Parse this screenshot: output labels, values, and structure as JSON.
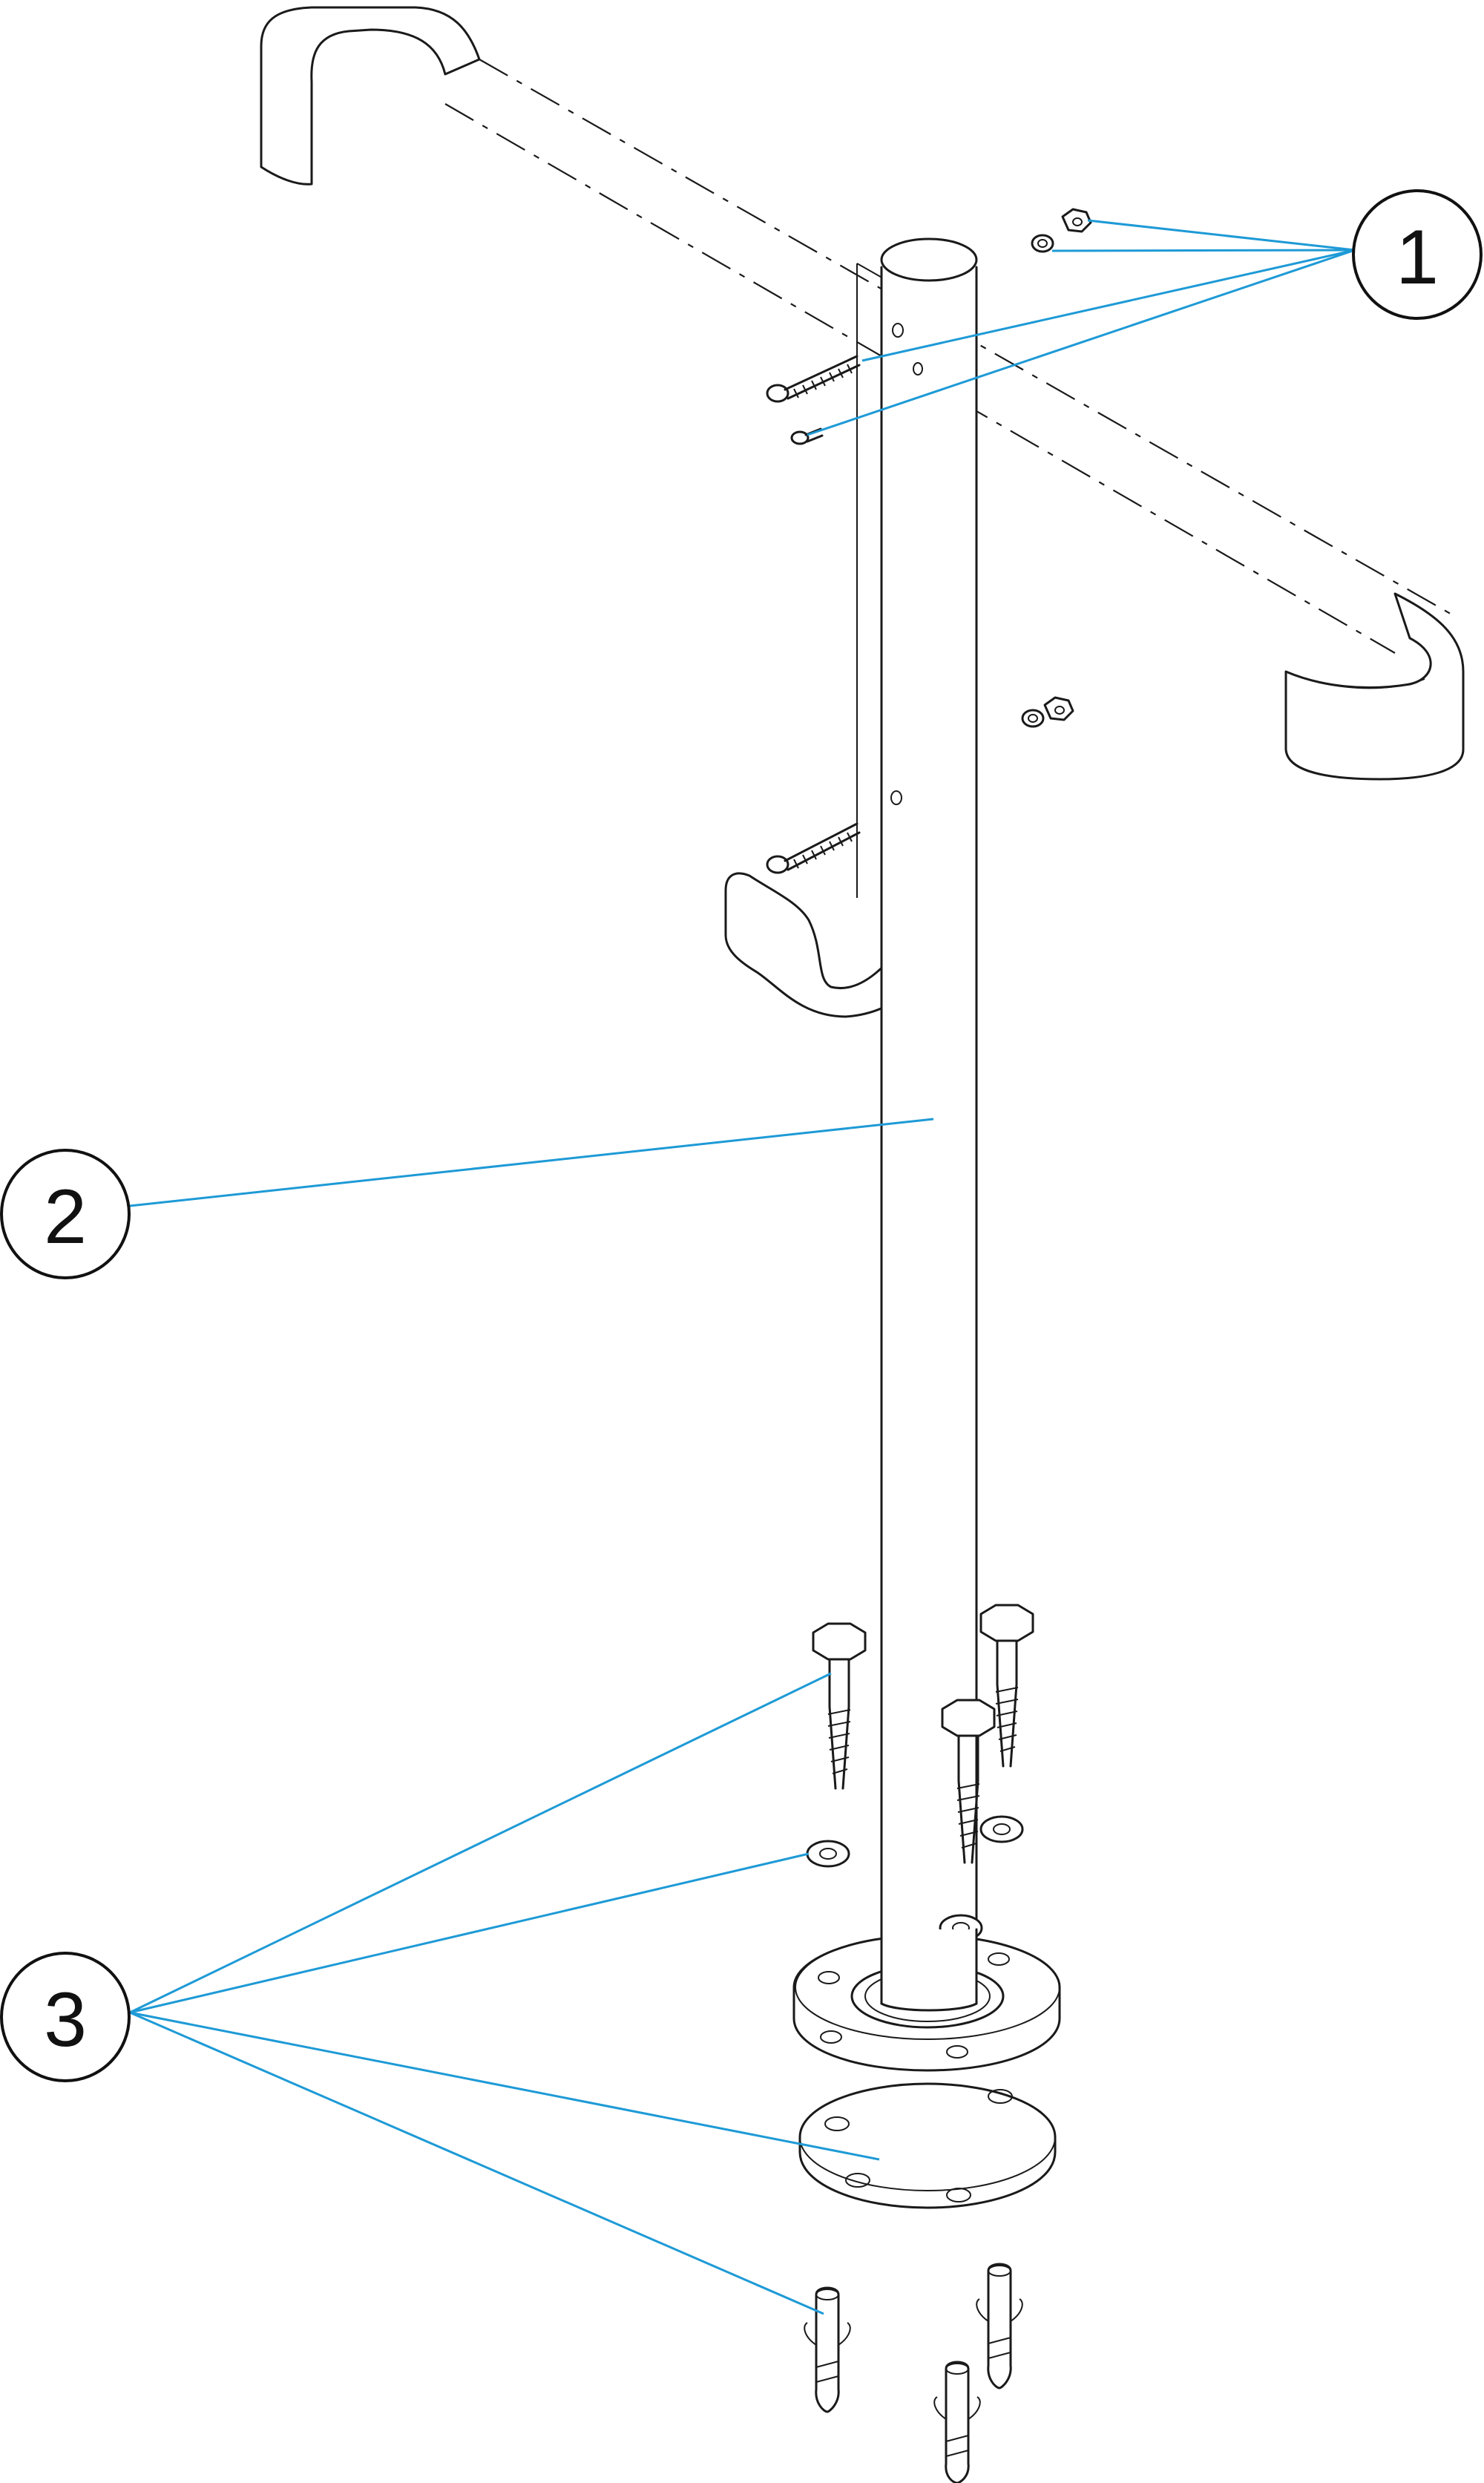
{
  "callouts": [
    {
      "number": "1",
      "part": "fastener-kit-nuts-washers-screws"
    },
    {
      "number": "2",
      "part": "vertical-post"
    },
    {
      "number": "3",
      "part": "base-anchor-kit"
    }
  ],
  "colors": {
    "leader": "#1e9ad6",
    "line": "#1a1a1a",
    "background": "#ffffff"
  }
}
